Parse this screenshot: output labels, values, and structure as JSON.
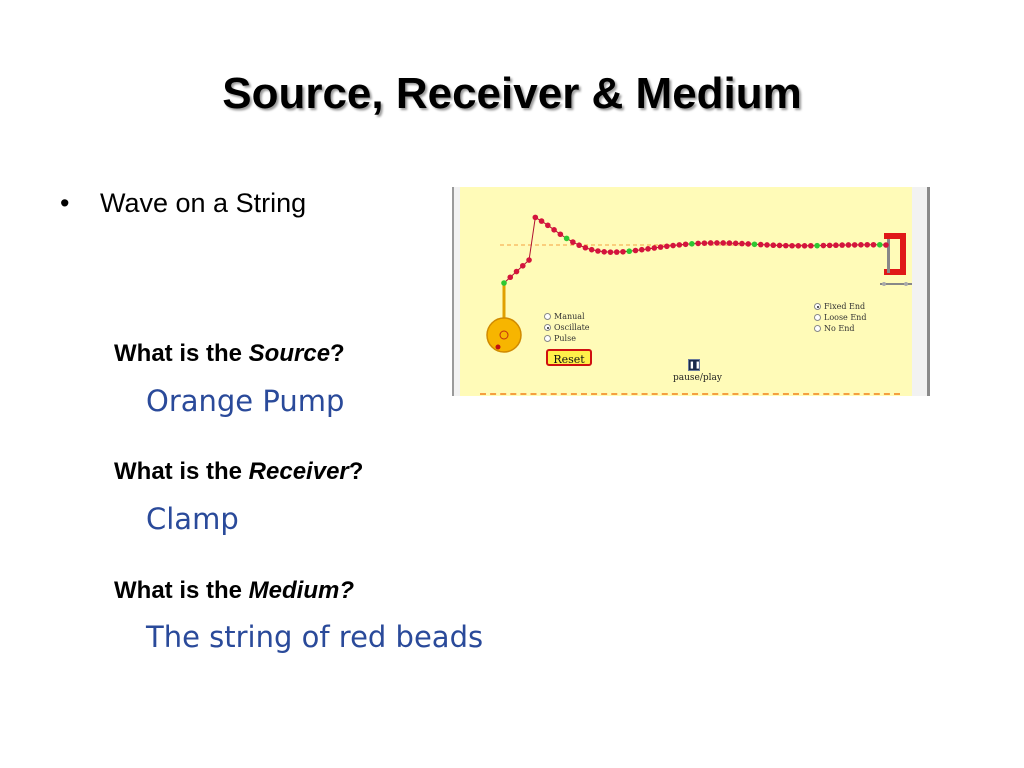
{
  "slide": {
    "title": "Source, Receiver & Medium",
    "bullet": "Wave on a String",
    "q1_prefix": "What is the ",
    "q1_term": "Source",
    "q1_suffix": "?",
    "a1": "Orange Pump",
    "q2_prefix": "What is the ",
    "q2_term": "Receiver",
    "q2_suffix": "?",
    "a2": "Clamp",
    "q3_prefix": "What is the ",
    "q3_term": "Medium?",
    "a3": "The string of red beads"
  },
  "simulation": {
    "mode_options": [
      {
        "label": "Manual",
        "selected": false
      },
      {
        "label": "Oscillate",
        "selected": true
      },
      {
        "label": "Pulse",
        "selected": false
      }
    ],
    "end_options": [
      {
        "label": "Fixed End",
        "selected": true
      },
      {
        "label": "Loose End",
        "selected": false
      },
      {
        "label": "No End",
        "selected": false
      }
    ],
    "reset_label": "Reset",
    "pause_label": "pause/play",
    "colors": {
      "background": "#fffbb8",
      "bead": "#d4143c",
      "bead_highlight": "#2ec832",
      "pump": "#f7b500",
      "clamp": "#e01818",
      "dashed_line": "#f5a040"
    }
  }
}
